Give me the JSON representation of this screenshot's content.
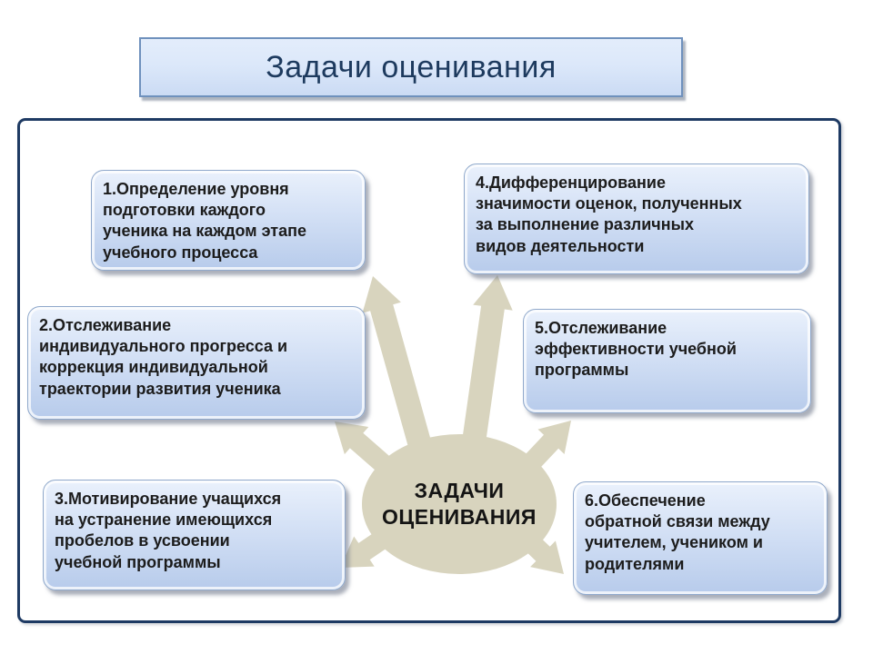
{
  "slide": {
    "title": "Задачи оценивания",
    "center": {
      "label": "ЗАДАЧИ\nОЦЕНИВАНИЯ"
    },
    "tasks": [
      {
        "text": "1.Определение уровня\nподготовки каждого\nученика на каждом этапе\nучебного процесса"
      },
      {
        "text": "2.Отслеживание\nиндивидуального прогресса и\nкоррекция индивидуальной\nтраектории развития ученика"
      },
      {
        "text": "3.Мотивирование учащихся\nна устранение имеющихся\nпробелов в усвоении\nучебной программы"
      },
      {
        "text": "4.Дифференцирование\nзначимости  оценок, полученных\nза выполнение различных\nвидов деятельности"
      },
      {
        "text": "5.Отслеживание\nэффективности учебной\nпрограммы"
      },
      {
        "text": "6.Обеспечение\nобратной связи между\nучителем, учеником и\nродителями"
      }
    ]
  },
  "colors": {
    "title_text": "#1d3a5e",
    "title_fill_top": "#e3edfb",
    "title_fill_bottom": "#cbdbf4",
    "title_border": "#6f91bd",
    "frame_border": "#1e3a63",
    "card_fill_top": "#eaf1fc",
    "card_fill_bottom": "#b7cbeb",
    "card_border": "#8fa8cb",
    "card_text": "#1c1c1c",
    "arrow_and_ellipse": "#d8d4be"
  }
}
